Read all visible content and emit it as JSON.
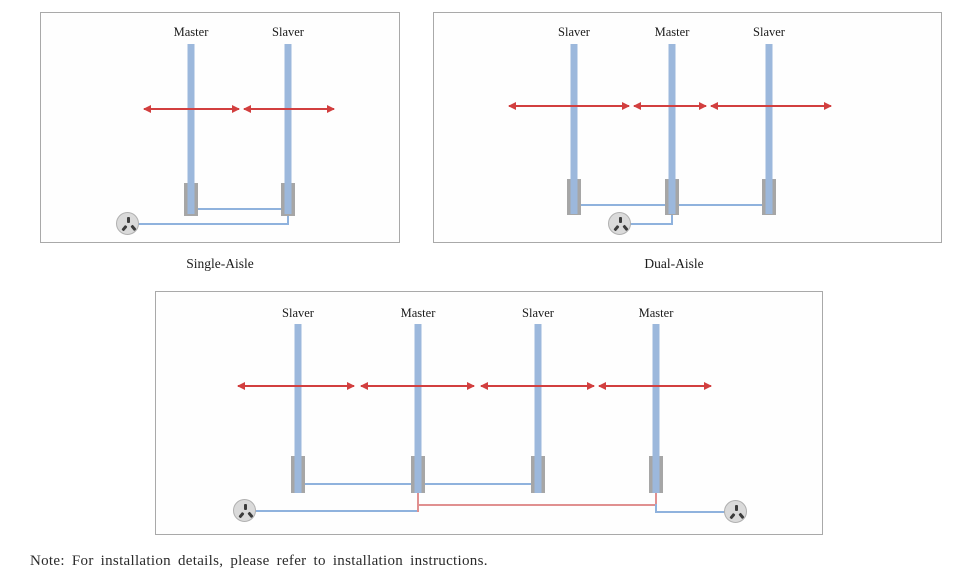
{
  "note": "Note: For installation details, please refer to installation instructions.",
  "panels": [
    {
      "id": "single-aisle",
      "caption": "Single-Aisle",
      "labels": [
        "Master",
        "Slaver"
      ]
    },
    {
      "id": "dual-aisle",
      "caption": "Dual-Aisle",
      "labels": [
        "Slaver",
        "Master",
        "Slaver"
      ]
    },
    {
      "id": "quad-beam",
      "caption": "",
      "labels": [
        "Slaver",
        "Master",
        "Slaver",
        "Master"
      ]
    }
  ],
  "icons": {
    "power_socket": "power-socket-icon",
    "coverage_arrow": "double-headed-arrow"
  },
  "colors": {
    "beam_blue": "#9cb8dc",
    "connector_gray": "#a6a6a6",
    "wire_blue": "#8fb2dd",
    "wire_red": "#e09090",
    "arrow_red": "#d23f3f",
    "panel_border": "#a9a9a9",
    "socket_fill": "#dadada"
  }
}
